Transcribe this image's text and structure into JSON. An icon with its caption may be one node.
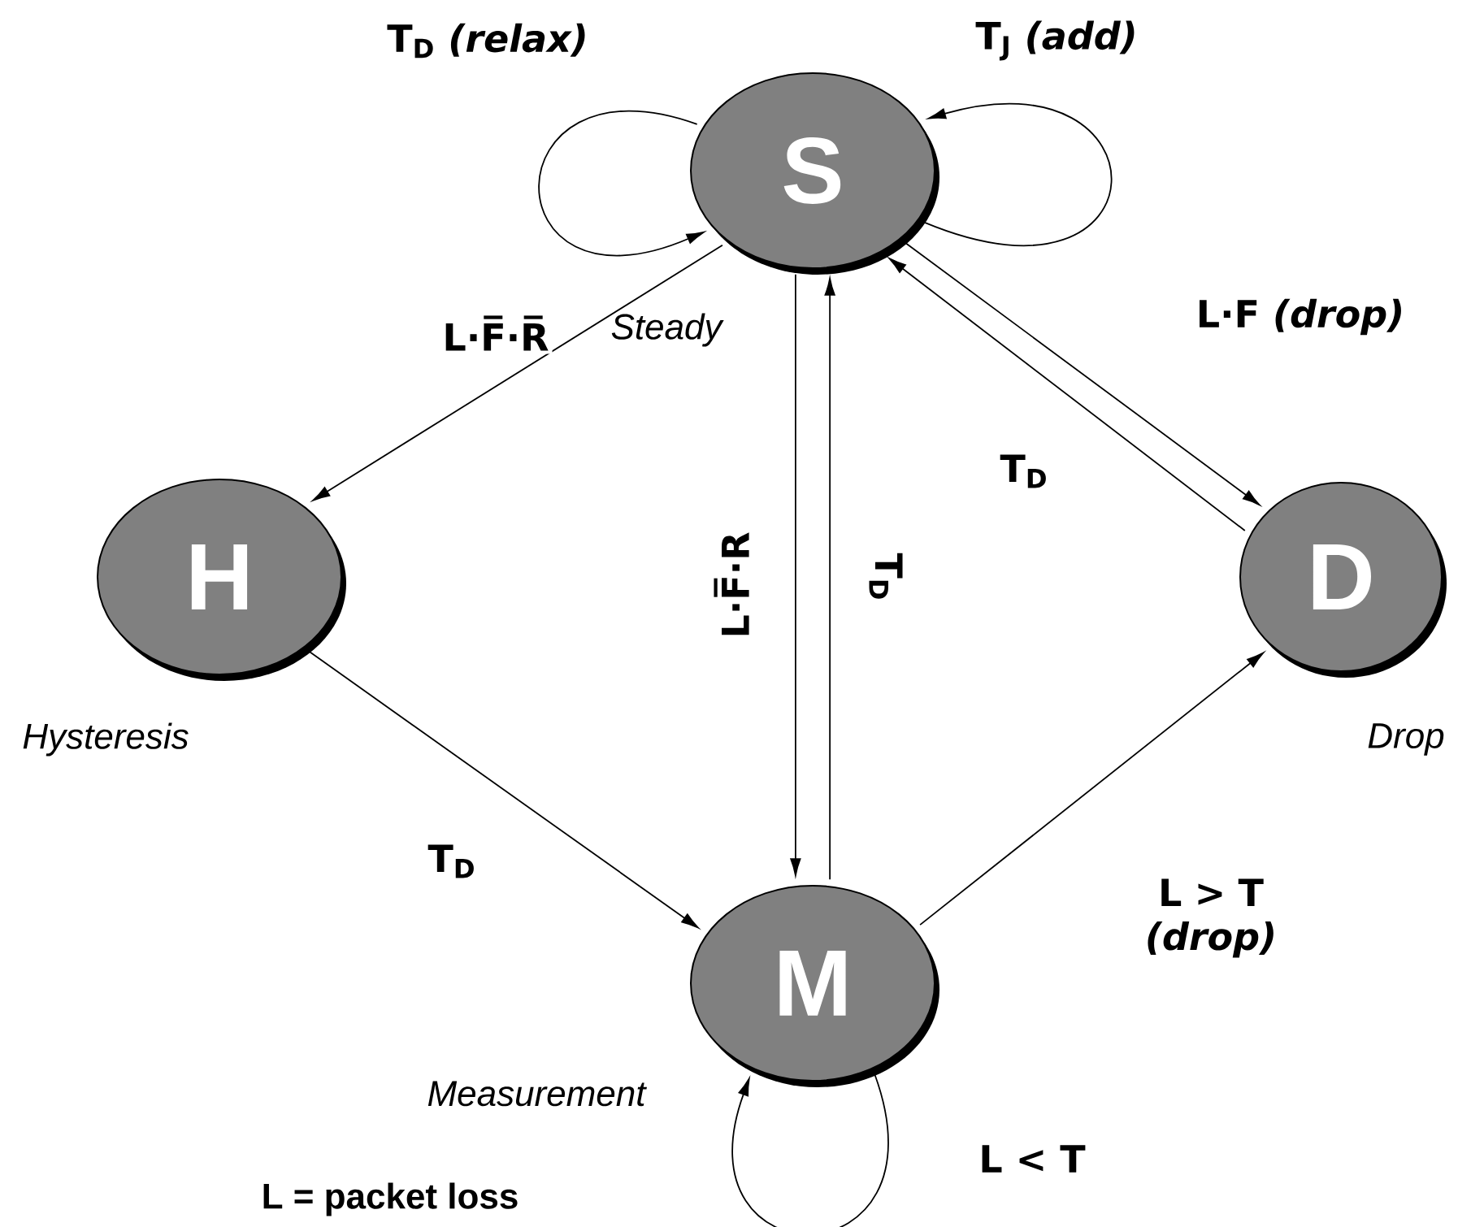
{
  "diagram": {
    "nodes": [
      {
        "text": [
          "S"
        ],
        "beside": [
          "Steady"
        ]
      },
      {
        "text": [
          "H"
        ],
        "beside": [
          "Hysteresis"
        ]
      },
      {
        "text": [
          "D"
        ],
        "beside": [
          "Drop"
        ]
      },
      {
        "text": [
          "M"
        ],
        "beside": [
          "Measurement"
        ]
      }
    ],
    "edges": [
      {
        "from": 0,
        "to": 0,
        "arrow": "to",
        "label": "T$_{D}$ *(relax)*"
      },
      {
        "from": 0,
        "to": 0,
        "arrow": "to",
        "label": "T$_{J}$ *(add)*"
      },
      {
        "from": 0,
        "to": 1,
        "arrow": "to",
        "label": "L·F̅·R̅"
      },
      {
        "from": 0,
        "to": 2,
        "arrow": "to",
        "label": "L·F *(drop)*"
      },
      {
        "from": 2,
        "to": 0,
        "arrow": "to",
        "label": "T$_{D}$"
      },
      {
        "from": 0,
        "to": 3,
        "arrow": "to",
        "label": "L·F̅·R"
      },
      {
        "from": 3,
        "to": 0,
        "arrow": "to",
        "label": "T$_{D}$"
      },
      {
        "from": 1,
        "to": 3,
        "arrow": "to",
        "label": "T$_{D}$"
      },
      {
        "from": 3,
        "to": 2,
        "arrow": "to",
        "label": "L > T *(drop)*"
      },
      {
        "from": 3,
        "to": 3,
        "arrow": "to",
        "label": "L < T"
      }
    ],
    "labels": [
      "L = packet loss"
    ]
  }
}
